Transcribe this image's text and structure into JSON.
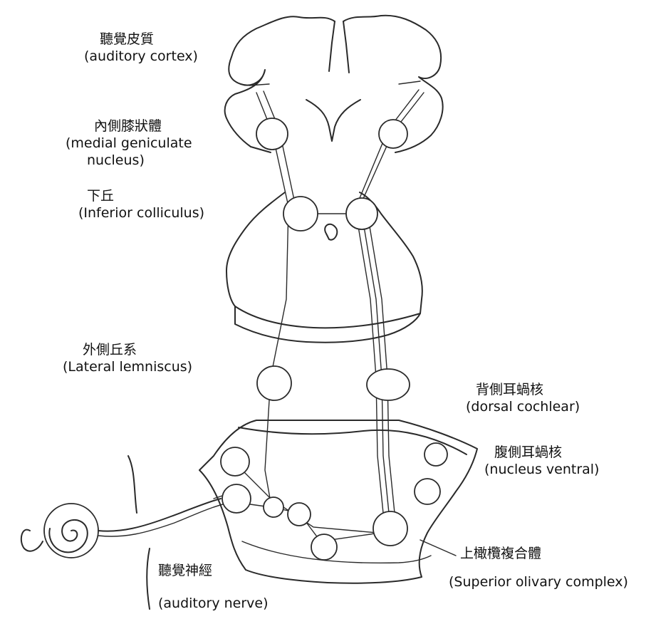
{
  "labels": {
    "auditory_cortex": {
      "zh": "聽覺皮質",
      "en": "(auditory cortex)"
    },
    "mgn": {
      "zh": "內側膝狀體",
      "en_line1": "(medial geniculate",
      "en_line2": "nucleus)"
    },
    "inferior_colliculus": {
      "zh": "下丘",
      "en": "(Inferior colliculus)"
    },
    "lateral_lemniscus": {
      "zh": "外側丘系",
      "en": "(Lateral lemniscus)"
    },
    "dorsal_cochlear": {
      "zh": "背側耳蝸核",
      "en": "(dorsal cochlear)"
    },
    "ventral_cochlear": {
      "zh": "腹側耳蝸核",
      "en": "(nucleus ventral)"
    },
    "superior_olivary": {
      "zh": "上橄欖複合體",
      "en": "(Superior olivary complex)"
    },
    "auditory_nerve": {
      "zh": "聽覺神經",
      "en": "(auditory nerve)"
    }
  },
  "colors": {
    "line": "#2a2a2a",
    "text": "#111111",
    "background": "#ffffff"
  }
}
